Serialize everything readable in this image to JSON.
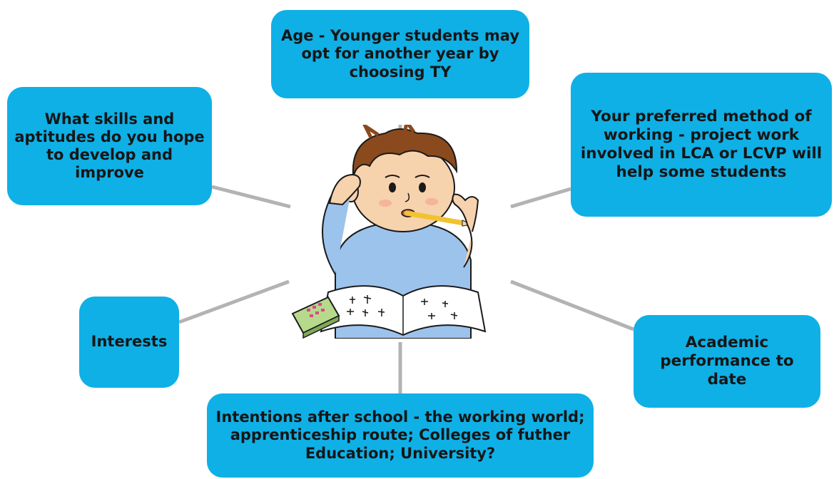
{
  "nodes": {
    "age": "Age - Younger students may opt for another year by choosing TY",
    "skills": "What skills and aptitudes do you hope to develop and improve",
    "method": "Your preferred method of working - project work involved in LCA or LCVP will help some students",
    "interests": "Interests",
    "academic": "Academic performance to date",
    "intentions": "Intentions after school - the working world; apprenticeship route; Colleges of futher Education; University?"
  },
  "colors": {
    "node_fill": "#0fb0e6",
    "connector": "#b3b3b3",
    "text": "#161616"
  },
  "center_image": "student-studying-illustration"
}
